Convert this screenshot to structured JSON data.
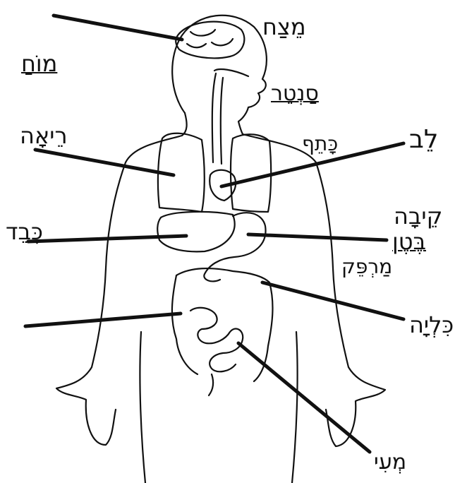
{
  "diagram": {
    "labels": {
      "metzach": "מֵצַח",
      "moach": "מוֹחַ",
      "santer": "סַנְטֵר",
      "reah": "רֵיאָה",
      "katef": "כָּתֵף",
      "lev": "לֵב",
      "kaved": "כָּבֵד",
      "keiva": "קֵיבָה",
      "beten": "בֶּטֶן",
      "marpek": "מַרְפֵּק",
      "kilya": "כִּלְיָה",
      "meii": "מְעִי"
    },
    "colors": {
      "line": "#111111",
      "background": "#ffffff"
    }
  }
}
